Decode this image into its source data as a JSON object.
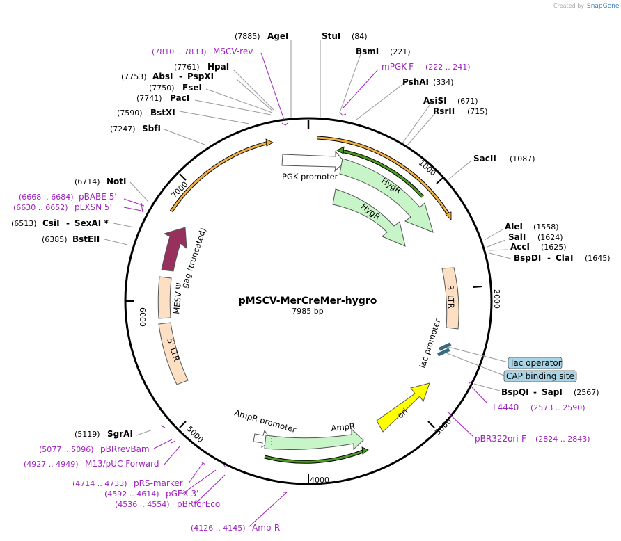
{
  "brand": {
    "created_by": "Created by",
    "name": "SnapGene"
  },
  "plasmid": {
    "name": "pMSCV-MerCreMer-hygro",
    "length": "7985 bp"
  },
  "ticks": [
    "1000",
    "2000",
    "3000",
    "4000",
    "5000",
    "6000",
    "7000"
  ],
  "sites": [
    {
      "id": "agei",
      "pos": "(7885)",
      "name": "AgeI"
    },
    {
      "id": "stui",
      "name": "StuI",
      "pos": "(84)"
    },
    {
      "id": "bsmi",
      "name": "BsmI",
      "pos": "(221)"
    },
    {
      "id": "pshai",
      "name": "PshAI",
      "pos": "(334)"
    },
    {
      "id": "asisi",
      "name": "AsiSI",
      "pos": "(671)"
    },
    {
      "id": "rsrii",
      "name": "RsrII",
      "pos": "(715)"
    },
    {
      "id": "sacii",
      "name": "SacII",
      "pos": "(1087)"
    },
    {
      "id": "alei",
      "name": "AleI",
      "pos": "(1558)"
    },
    {
      "id": "sali",
      "name": "SalI",
      "pos": "(1624)"
    },
    {
      "id": "acci",
      "name": "AccI",
      "pos": "(1625)"
    },
    {
      "id": "bspdi",
      "name": "BspDI",
      "sep": "-",
      "name2": "ClaI",
      "pos": "(1645)"
    },
    {
      "id": "bspqi",
      "name": "BspQI",
      "sep": "-",
      "name2": "SapI",
      "pos": "(2567)"
    },
    {
      "id": "hpai",
      "pos": "(7761)",
      "name": "HpaI"
    },
    {
      "id": "absi",
      "pos": "(7753)",
      "name": "AbsI",
      "sep": "-",
      "name2": "PspXI"
    },
    {
      "id": "fsei",
      "pos": "(7750)",
      "name": "FseI"
    },
    {
      "id": "paci",
      "pos": "(7741)",
      "name": "PacI"
    },
    {
      "id": "bstxi",
      "pos": "(7590)",
      "name": "BstXI"
    },
    {
      "id": "sbfi",
      "pos": "(7247)",
      "name": "SbfI"
    },
    {
      "id": "noti",
      "pos": "(6714)",
      "name": "NotI"
    },
    {
      "id": "csii",
      "pos": "(6513)",
      "name": "CsiI",
      "sep": "-",
      "name2": "SexAI *"
    },
    {
      "id": "bsteii",
      "pos": "(6385)",
      "name": "BstEII"
    },
    {
      "id": "sgrai",
      "pos": "(5119)",
      "name": "SgrAI"
    }
  ],
  "primers": [
    {
      "id": "msccv-rev",
      "pos": "(7810 .. 7833)",
      "name": "MSCV-rev"
    },
    {
      "id": "mpgk-f",
      "name": "mPGK-F",
      "pos": "(222 .. 241)"
    },
    {
      "id": "pbabe5",
      "pos": "(6668 .. 6684)",
      "name": "pBABE 5'"
    },
    {
      "id": "plxsn5",
      "pos": "(6630 .. 6652)",
      "name": "pLXSN 5'"
    },
    {
      "id": "l4440",
      "name": "L4440",
      "pos": "(2573 .. 2590)"
    },
    {
      "id": "pbr322ori",
      "name": "pBR322ori-F",
      "pos": "(2824 .. 2843)"
    },
    {
      "id": "pbrrevbam",
      "pos": "(5077 .. 5096)",
      "name": "pBRrevBam"
    },
    {
      "id": "m13puc",
      "pos": "(4927 .. 4949)",
      "name": "M13/pUC Forward"
    },
    {
      "id": "prs-marker",
      "pos": "(4714 .. 4733)",
      "name": "pRS-marker"
    },
    {
      "id": "pgex3",
      "pos": "(4592 .. 4614)",
      "name": "pGEX 3'"
    },
    {
      "id": "pbrforeco",
      "pos": "(4536 .. 4554)",
      "name": "pBRforEco"
    },
    {
      "id": "amp-r",
      "pos": "(4126 .. 4145)",
      "name": "Amp-R"
    }
  ],
  "features": {
    "pgk_promoter": "PGK promoter",
    "hygr_1": "HygR",
    "hygr_2": "HygR",
    "ltr3": "3' LTR",
    "lac_promoter": "lac promoter",
    "lac_operator": "lac operator",
    "cap_site": "CAP binding site",
    "ori": "ori",
    "ampr_promoter": "AmpR promoter",
    "ampr": "AmpR",
    "ltr5": "5' LTR",
    "mesv": "MESV Ψ",
    "gag": "gag (truncated)"
  },
  "colors": {
    "backbone": "#000000",
    "orf_orange": "#f0b040",
    "orf_green": "#4a9a20",
    "hygr_fill": "#c8f5c8",
    "ltr_fill": "#fde0c4",
    "gag_fill": "#98305e",
    "ori_fill": "#ffff00",
    "primer": "#a020c0",
    "callout_fill": "#a8d4e6"
  }
}
